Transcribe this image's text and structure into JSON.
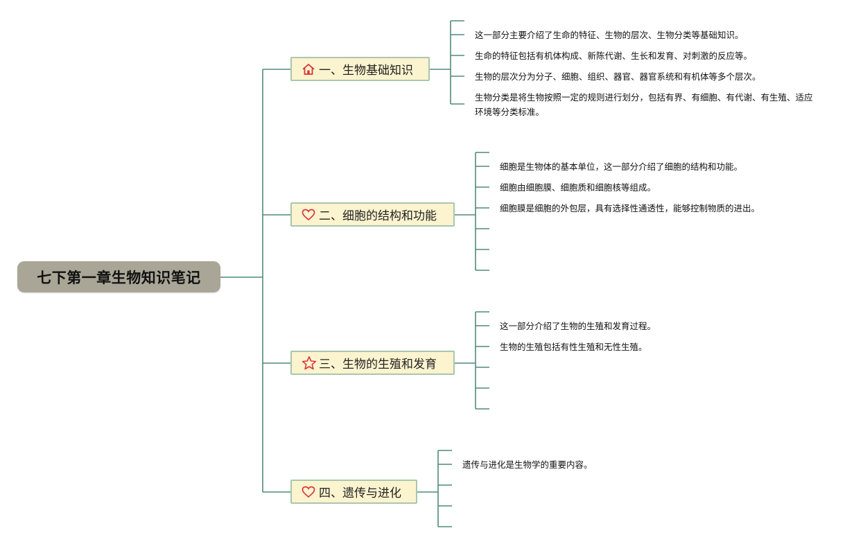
{
  "root": {
    "title": "七下第一章生物知识笔记"
  },
  "branches": [
    {
      "label": "一、生物基础知识",
      "icon": "home-icon",
      "leaves": [
        "这一部分主要介绍了生命的特征、生物的层次、生物分类等基础知识。",
        "生命的特征包括有机体构成、新陈代谢、生长和发育、对刺激的反应等。",
        "生物的层次分为分子、细胞、组织、器官、器官系统和有机体等多个层次。",
        "生物分类是将生物按照一定的规则进行划分，包括有界、有细胞、有代谢、有生殖、适应环境等分类标准。"
      ]
    },
    {
      "label": "二、细胞的结构和功能",
      "icon": "heart-icon",
      "leaves": [
        "细胞是生物体的基本单位，这一部分介绍了细胞的结构和功能。",
        "细胞由细胞膜、细胞质和细胞核等组成。",
        "细胞膜是细胞的外包层，具有选择性通透性，能够控制物质的进出。"
      ]
    },
    {
      "label": "三、生物的生殖和发育",
      "icon": "star-icon",
      "leaves": [
        "这一部分介绍了生物的生殖和发育过程。",
        "生物的生殖包括有性生殖和无性生殖。"
      ]
    },
    {
      "label": "四、遗传与进化",
      "icon": "heart-icon",
      "leaves": [
        "遗传与进化是生物学的重要内容。"
      ]
    }
  ],
  "colors": {
    "connector": "#4f8a7a",
    "root_fill": "#a9a697",
    "branch_fill": "#fcf4cf",
    "branch_border": "#a8c6ad",
    "icon_red": "#d9343a"
  }
}
